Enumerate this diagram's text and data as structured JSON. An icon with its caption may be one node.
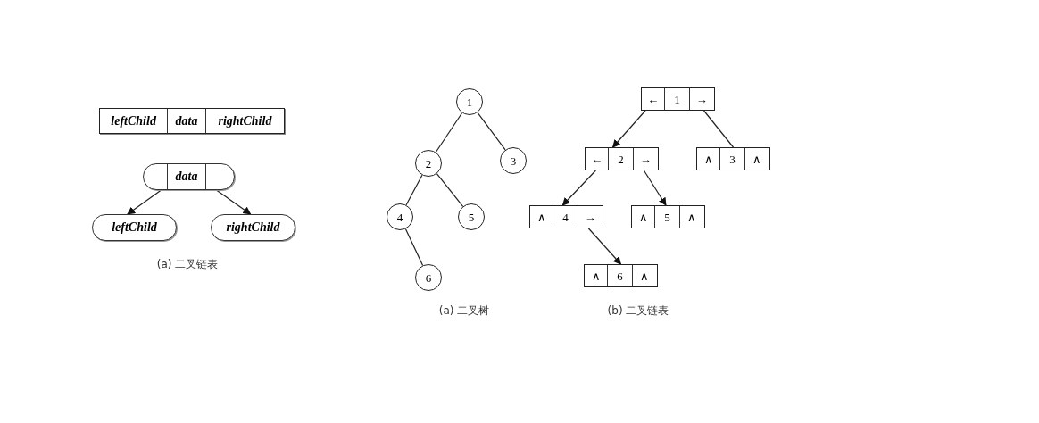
{
  "diagram": {
    "nodes": [
      {
        "text": [
          "leftChild",
          "data",
          "rightChild"
        ]
      },
      {
        "text": [
          "data"
        ]
      },
      {
        "text": [
          "leftChild"
        ]
      },
      {
        "text": [
          "rightChild"
        ]
      },
      {
        "text": [
          "1"
        ]
      },
      {
        "text": [
          "2"
        ]
      },
      {
        "text": [
          "3"
        ]
      },
      {
        "text": [
          "4"
        ]
      },
      {
        "text": [
          "5"
        ]
      },
      {
        "text": [
          "6"
        ]
      },
      {
        "text": [
          "←",
          "1",
          "→"
        ]
      },
      {
        "text": [
          "←",
          "2",
          "→"
        ]
      },
      {
        "text": [
          "∧",
          "3",
          "∧"
        ]
      },
      {
        "text": [
          "∧",
          "4",
          "→"
        ]
      },
      {
        "text": [
          "∧",
          "5",
          "∧"
        ]
      },
      {
        "text": [
          "∧",
          "6",
          "∧"
        ]
      }
    ],
    "edges": [
      {
        "from": 1,
        "to": 2,
        "arrow": "to"
      },
      {
        "from": 1,
        "to": 3,
        "arrow": "to"
      },
      {
        "from": 4,
        "to": 5,
        "arrow": "none"
      },
      {
        "from": 4,
        "to": 6,
        "arrow": "none"
      },
      {
        "from": 5,
        "to": 7,
        "arrow": "none"
      },
      {
        "from": 5,
        "to": 8,
        "arrow": "none"
      },
      {
        "from": 7,
        "to": 9,
        "arrow": "none"
      },
      {
        "from": 10,
        "to": 11,
        "arrow": "to"
      },
      {
        "from": 10,
        "to": 12,
        "arrow": "none"
      },
      {
        "from": 11,
        "to": 13,
        "arrow": "to"
      },
      {
        "from": 11,
        "to": 14,
        "arrow": "to"
      },
      {
        "from": 13,
        "to": 15,
        "arrow": "to"
      }
    ],
    "labels": [
      "(a) 二叉链表",
      "(a) 二叉树",
      "(b) 二叉链表"
    ]
  }
}
